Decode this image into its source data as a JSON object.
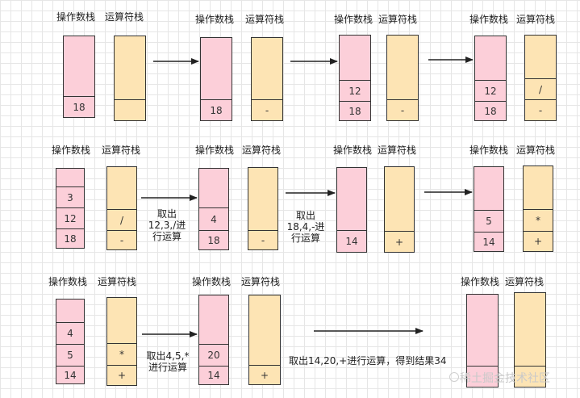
{
  "labels": {
    "operand_stack": "操作数栈",
    "operator_stack": "运算符栈"
  },
  "steps": [
    {
      "operands": [
        "18"
      ],
      "operators": []
    },
    {
      "operands": [
        "18"
      ],
      "operators": [
        "-"
      ]
    },
    {
      "operands": [
        "18",
        "12"
      ],
      "operators": [
        "-"
      ]
    },
    {
      "operands": [
        "18",
        "12"
      ],
      "operators": [
        "-",
        "/"
      ]
    },
    {
      "operands": [
        "18",
        "12",
        "3"
      ],
      "operators": [
        "-",
        "/"
      ]
    },
    {
      "operands": [
        "18",
        "4"
      ],
      "operators": [
        "-"
      ]
    },
    {
      "operands": [
        "14"
      ],
      "operators": [
        "+"
      ]
    },
    {
      "operands": [
        "14",
        "5"
      ],
      "operators": [
        "+",
        "*"
      ]
    },
    {
      "operands": [
        "14",
        "5",
        "4"
      ],
      "operators": [
        "+",
        "*"
      ]
    },
    {
      "operands": [
        "14",
        "20"
      ],
      "operators": [
        "+"
      ]
    },
    {
      "operands": [],
      "operators": []
    }
  ],
  "notes": {
    "n1_l1": "取出",
    "n1_l2": "12,3,/进",
    "n1_l3": "行运算",
    "n2_l1": "取出",
    "n2_l2": "18,4,-进",
    "n2_l3": "行运算",
    "n3_l1": "取出4,5,*",
    "n3_l2": "进行运算",
    "n4": "取出14,20,+进行运算，得到结果34"
  },
  "watermark": "稀土掘金技术社区",
  "colors": {
    "operand_fill": "#fccfd9",
    "operator_fill": "#fde4b4",
    "stroke": "#333333"
  }
}
